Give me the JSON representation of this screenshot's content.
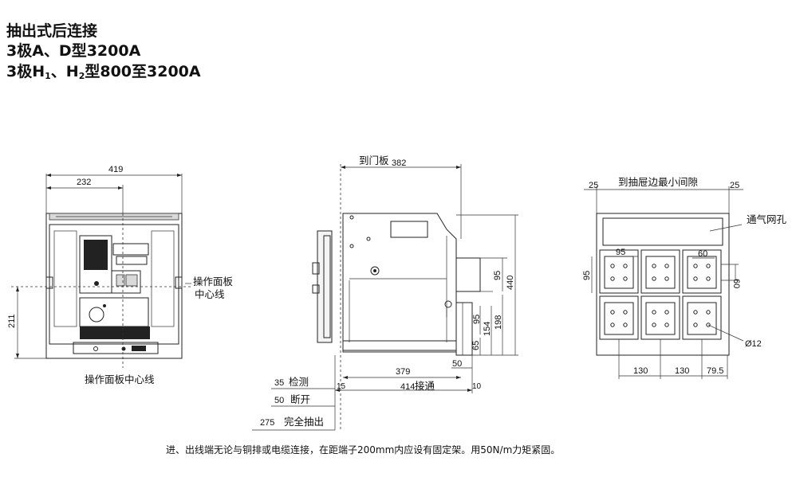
{
  "header": {
    "line1": "抽出式后连接",
    "line2": "3极A、D型3200A",
    "line3_prefix": "3极H",
    "line3_sub1": "1",
    "line3_mid": "、H",
    "line3_sub2": "2",
    "line3_suffix": "型800至3200A"
  },
  "front_view": {
    "dim_width": "419",
    "dim_half": "232",
    "dim_height": "211",
    "panel_center_side": "操作面板\n中心线",
    "panel_center_side_l1": "操作面板",
    "panel_center_side_l2": "中心线",
    "panel_center_bottom": "操作面板中心线"
  },
  "side_view": {
    "to_door": "到门板",
    "dim_to_door": "382",
    "dim_95_top": "95",
    "dim_440": "440",
    "dim_95_low": "95",
    "dim_154": "154",
    "dim_198": "198",
    "dim_65": "65",
    "dim_50": "50",
    "dim_379": "379",
    "dim_15": "15",
    "dim_414": "414",
    "connect": "接通",
    "dim_10": "10",
    "test_val": "35",
    "test_label": "检测",
    "disc_val": "50",
    "disc_label": "断开",
    "full_val": "275",
    "full_label": "完全抽出"
  },
  "rear_view": {
    "dim_left": "25",
    "dim_right": "25",
    "min_gap": "到抽屉边最小间隙",
    "vent": "通气网孔",
    "dim_95_w": "95",
    "dim_95_h": "95",
    "dim_60_w": "60",
    "dim_60_h": "60",
    "hole": "Ø12",
    "pitch1": "130",
    "pitch2": "130",
    "pitch3": "79.5"
  },
  "footnote": "进、出线端无论与铜排或电缆连接，在距端子200mm内应设有固定架。用50N/m力矩紧固。"
}
